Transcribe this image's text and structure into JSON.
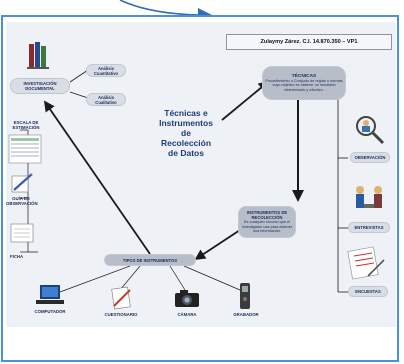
{
  "header": {
    "title": "Zulaymy Zárez. C.I. 14.870.350 – VP1"
  },
  "center": {
    "line1": "Técnicas e",
    "line2": "Instrumentos",
    "line3": "de",
    "line4": "Recolección",
    "line5": "de Datos"
  },
  "tecnicas": {
    "title": "TÉCNICAS",
    "desc": "Procedimiento o Conjunto de reglas o normas cuyo objetivo es obtener un resultado determinado y efectivo."
  },
  "investigacion": {
    "label": "INVESTIGACIÓN DOCUMENTAL"
  },
  "analisis": [
    {
      "label": "Análisis Cuantitativo"
    },
    {
      "label": "Análisis Cualitativo"
    }
  ],
  "instrumentos": {
    "title": "INSTRUMENTOS DE RECOLECCIÓN",
    "desc": "Es cualquier recurso que el investigador usa para obtener una información."
  },
  "tipos": {
    "label": "TIPOS DE INSTRUMENTOS"
  },
  "left_items": [
    {
      "label": "ESCALA DE ESTIMACIÓN"
    },
    {
      "label": "GUÍA DE OBSERVACIÓN"
    },
    {
      "label": "FICHA"
    }
  ],
  "bottom_items": [
    {
      "label": "COMPUTADOR"
    },
    {
      "label": "CUESTIONARIO"
    },
    {
      "label": "CÁMARA"
    },
    {
      "label": "GRABADOR"
    }
  ],
  "right_items": [
    {
      "label": "OBSERVACIÓN"
    },
    {
      "label": "ENTREVISTAS"
    },
    {
      "label": "ENCUESTAS"
    }
  ]
}
